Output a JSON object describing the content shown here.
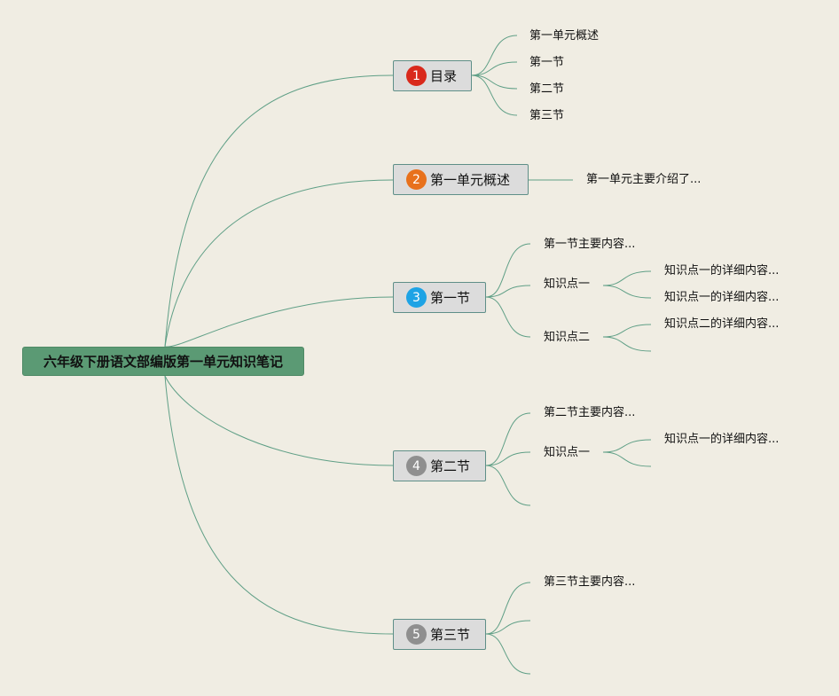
{
  "root": {
    "label": "六年级下册语文部编版第一单元知识笔记"
  },
  "topics": [
    {
      "num": "1",
      "label": "目录",
      "badge_color": "#d9291c"
    },
    {
      "num": "2",
      "label": "第一单元概述",
      "badge_color": "#e8711c"
    },
    {
      "num": "3",
      "label": "第一节",
      "badge_color": "#1ea3e5"
    },
    {
      "num": "4",
      "label": "第二节",
      "badge_color": "#8f8f8f"
    },
    {
      "num": "5",
      "label": "第三节",
      "badge_color": "#8f8f8f"
    }
  ],
  "leaves": {
    "toc": [
      "第一单元概述",
      "第一节",
      "第二节",
      "第三节"
    ],
    "overview": "第一单元主要介绍了...",
    "s1": {
      "main": "第一节主要内容...",
      "k1": "知识点一",
      "k1_d1": "知识点一的详细内容...",
      "k1_d2": "知识点一的详细内容...",
      "k2": "知识点二",
      "k2_d1": "知识点二的详细内容..."
    },
    "s2": {
      "main": "第二节主要内容...",
      "k1": "知识点一",
      "k1_d1": "知识点一的详细内容..."
    },
    "s3": {
      "main": "第三节主要内容..."
    }
  },
  "colors": {
    "line": "#5f9f86",
    "background": "#f0ede3",
    "root_fill": "#5b9a74"
  }
}
